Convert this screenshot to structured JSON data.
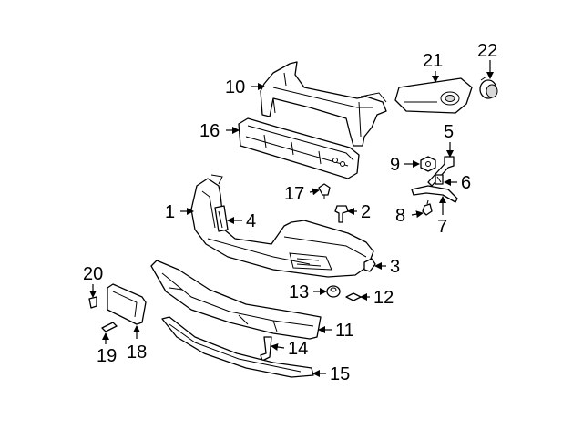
{
  "diagram": {
    "callouts": [
      "1",
      "2",
      "3",
      "4",
      "5",
      "6",
      "7",
      "8",
      "9",
      "10",
      "11",
      "12",
      "13",
      "14",
      "15",
      "16",
      "17",
      "18",
      "19",
      "20",
      "21",
      "22"
    ]
  }
}
